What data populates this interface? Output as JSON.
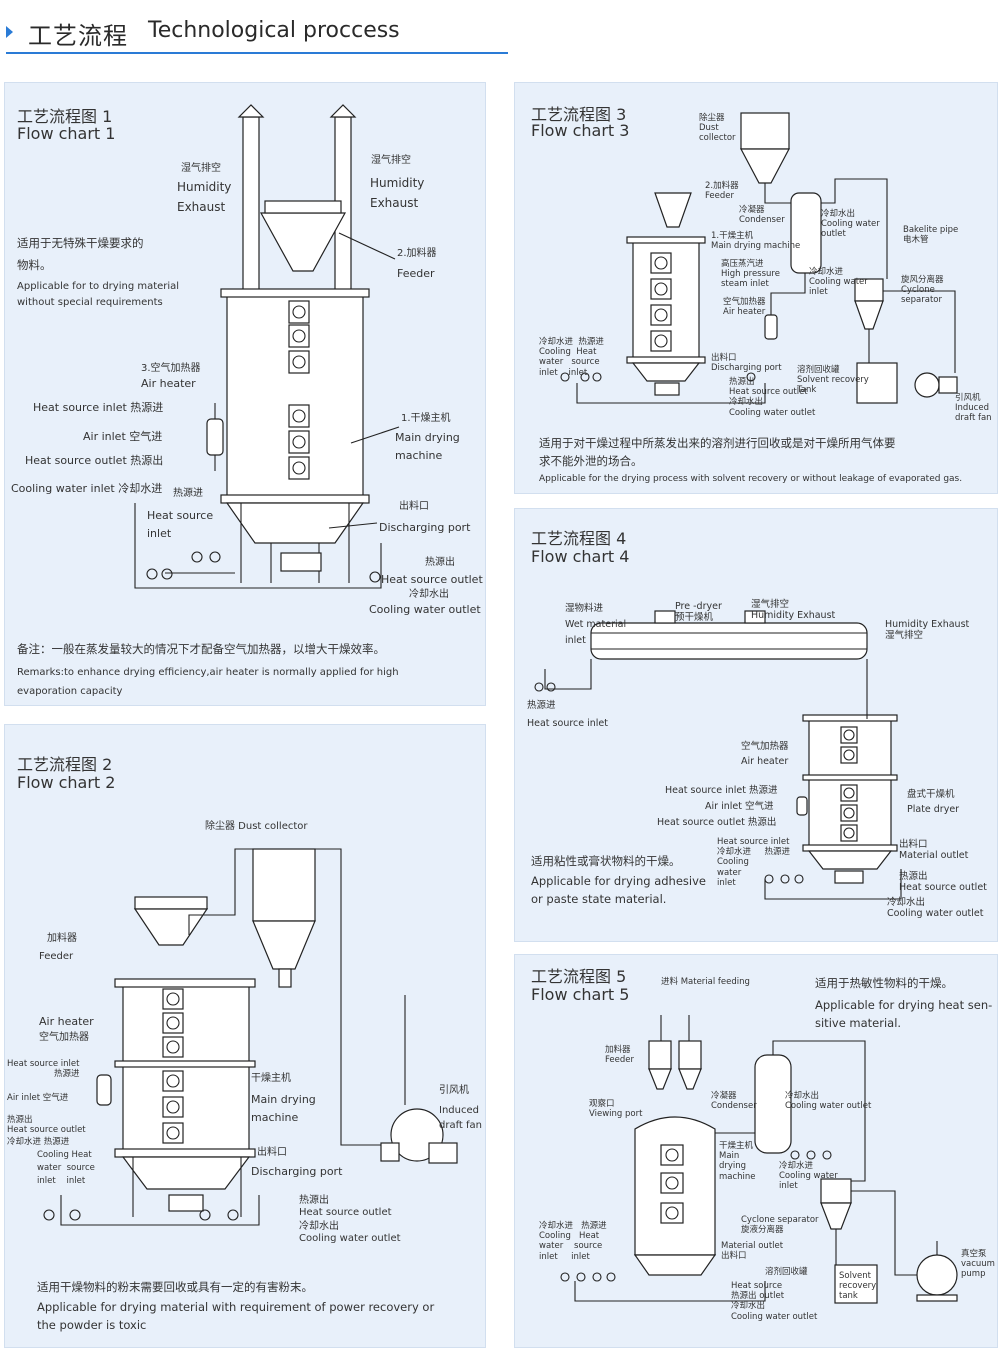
{
  "header": {
    "title_cn": "工艺流程",
    "title_en": "Technological proccess"
  },
  "fc1": {
    "title_cn": "工艺流程图 1",
    "title_en": "Flow chart 1",
    "humid_left_cn": "湿气排空",
    "humid_left_en": "Humidity\nExhaust",
    "humid_right_cn": "湿气排空",
    "humid_right_en": "Humidity\nExhaust",
    "feeder_cn": "2.加料器",
    "feeder_en": "Feeder",
    "desc_cn": "适用于无特殊干燥要求的\n物料。",
    "desc_en": "Applicable for to drying material\nwithout special requirements",
    "airheater_cn": "3.空气加热器",
    "airheater_en": "Air heater",
    "hs_inlet": "Heat source inlet  热源进",
    "air_inlet": "Air inlet  空气进",
    "hs_outlet": "Heat source outlet  热源出",
    "cw_inlet": "Cooling water inlet  冷却水进",
    "hs_inlet2_cn": "热源进",
    "hs_inlet2_en": "Heat source\ninlet",
    "main_cn": "1.干燥主机",
    "main_en": "Main drying\nmachine",
    "discharge_cn": "出料口",
    "discharge_en": "Discharging port",
    "hso_cn": "热源出",
    "hso_en": "Heat source outlet",
    "cwo_cn": "冷却水出",
    "cwo_en": "Cooling water outlet",
    "remark_cn": "备注：一般在蒸发量较大的情况下才配备空气加热器，以增大干燥效率。",
    "remark_en": "Remarks:to enhance drying efficiency,air heater is normally applied for high\nevaporation capacity"
  },
  "fc2": {
    "title_cn": "工艺流程图 2",
    "title_en": "Flow chart 2",
    "dust": "除尘器  Dust collector",
    "feeder_cn": "加料器",
    "feeder_en": "Feeder",
    "airheater_en": "Air heater",
    "airheater_cn": "空气加热器",
    "hs_inlet": "Heat source inlet\n热源进",
    "air_inlet": "Air inlet 空气进",
    "hs_outlet": "热源出\nHeat source outlet",
    "cw_in": "冷却水进  热源进",
    "cw_in_en": "Cooling Heat\nwater  source\ninlet    inlet",
    "main_cn": "干燥主机",
    "main_en": "Main drying\nmachine",
    "discharge_cn": "出料口",
    "discharge_en": "Discharging port",
    "fan_cn": "引风机",
    "fan_en": "Induced\ndraft fan",
    "hso": "热源出\nHeat source outlet",
    "cwo": "冷却水出\nCooling water outlet",
    "desc_cn": "适用干燥物料的粉末需要回收或具有一定的有害粉末。",
    "desc_en": "Applicable for drying material with requirement of power recovery or\nthe powder is toxic"
  },
  "fc3": {
    "title_cn": "工艺流程图 3",
    "title_en": "Flow chart 3",
    "dust": "除尘器\nDust\ncollector",
    "feeder": "2.加料器\nFeeder",
    "condenser": "冷凝器\nCondenser",
    "cw_outlet": "冷却水出\nCooling water\noutlet",
    "main": "1.干燥主机\nMain drying machine",
    "steam": "高压蒸汽进\nHigh pressure\nsteam inlet",
    "air_heater": "空气加热器\nAir heater",
    "bakelite": "Bakelite pipe\n电木管",
    "cw_inlet2": "冷却水进\nCooling water\ninlet",
    "cyclone": "旋风分离器\nCyclone\nseparator",
    "left": "冷却水进  热源进\nCooling  Heat\nwater   source\ninlet    inlet",
    "discharge": "出料口\nDischarging port",
    "solvent": "溶剂回收罐\nSolvent recovery\nTank",
    "hso": "热源出\nHeat source outlet\n冷却水出\nCooling water outlet",
    "fan": "引风机\nInduced\ndraft fan",
    "desc_cn": "适用于对干燥过程中所蒸发出来的溶剂进行回收或是对干燥所用气体要\n求不能外泄的场合。",
    "desc_en": "Applicable for the drying process with solvent recovery or without leakage of evaporated gas."
  },
  "fc4": {
    "title_cn": "工艺流程图 4",
    "title_en": "Flow chart 4",
    "wet": "湿物料进\nWet material\ninlet",
    "predryer": "Pre -dryer\n预干燥机",
    "humid1": "湿气排空\nHumidity Exhaust",
    "humid2": "Humidity Exhaust\n湿气排空",
    "hs_in": "热源进\nHeat source inlet",
    "airheater": "空气加热器\nAir heater",
    "hs_inlet": "Heat source inlet  热源进",
    "air_inlet": "Air inlet  空气进",
    "hs_outlet": "Heat source outlet  热源出",
    "plate": "盘式干燥机\nPlate dryer",
    "desc_cn": "适用粘性或膏状物料的干燥。",
    "desc_en": "Applicable for drying adhesive\nor paste state material.",
    "left": "Heat source inlet\n冷却水进     热源进\nCooling\nwater\ninlet",
    "outlet": "出料口\nMaterial outlet",
    "hso": "热源出\nHeat source outlet",
    "cwo": "冷却水出\nCooling water outlet"
  },
  "fc5": {
    "title_cn": "工艺流程图 5",
    "title_en": "Flow chart 5",
    "feeding": "进料  Material feeding",
    "desc_cn": "适用于热敏性物料的干燥。",
    "desc_en": "Applicable for drying heat sen-\nsitive material.",
    "feeder": "加料器\nFeeder",
    "viewing": "观察口\nViewing port",
    "condenser": "冷凝器\nCondenser",
    "cw_outlet": "冷却水出\nCooling water outlet",
    "main": "干燥主机\nMain\ndrying\nmachine",
    "cw_inlet": "冷却水进\nCooling water\ninlet",
    "cyclone": "Cyclone separator\n旋液分离器",
    "outlet": "Material outlet\n出料口",
    "left": "冷却水进   热源进\nCooling   Heat\nwater    source\ninlet     inlet",
    "solvent_tank": "溶剂回收罐",
    "hso": "Heat source\n热源出 outlet\n冷却水出\nCooling water outlet",
    "tank": "Solvent\nrecovery\ntank",
    "pump": "真空泵\nvacuum\npump"
  }
}
